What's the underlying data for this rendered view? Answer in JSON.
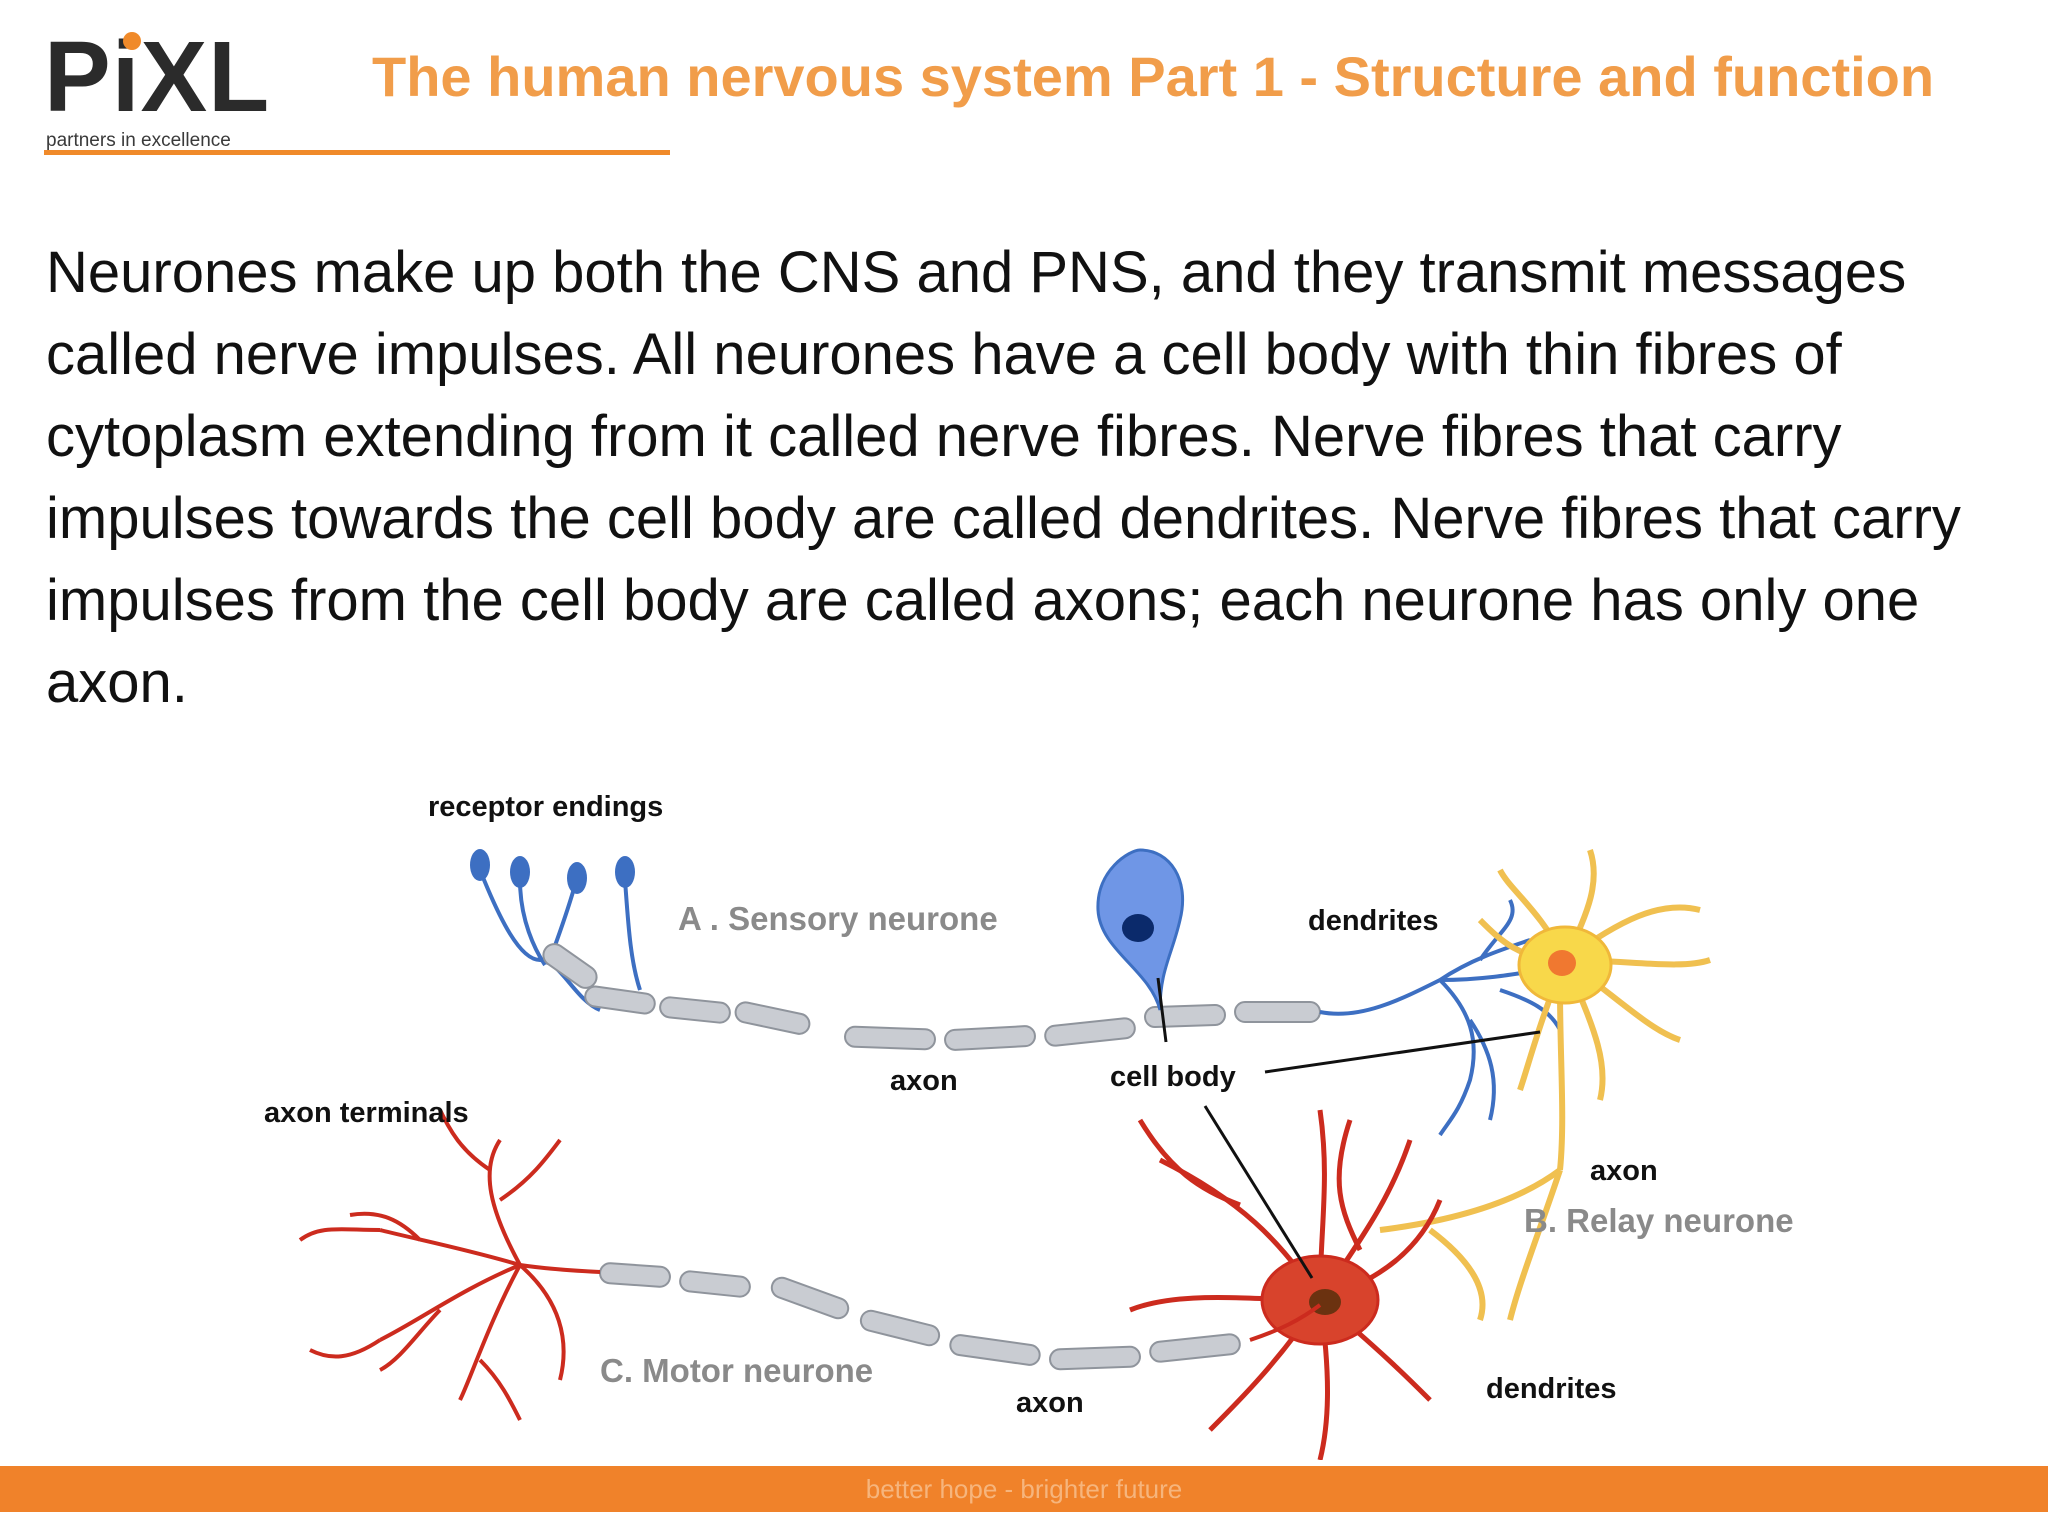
{
  "logo": {
    "word": "PiXL",
    "tagline": "partners in excellence"
  },
  "title": "The human nervous system Part 1 - Structure and function",
  "paragraph": "Neurones make up both the CNS and PNS, and they transmit messages called nerve impulses. All neurones have a cell body with thin fibres of cytoplasm extending from it called nerve fibres. Nerve fibres that carry impulses towards the cell body are called dendrites. Nerve fibres that carry impulses from the cell body are called axons; each neurone has only one axon.",
  "diagram": {
    "labels": {
      "receptor_endings": "receptor endings",
      "sensory_neurone": "A . Sensory neurone",
      "dendrites_top": "dendrites",
      "axon_sensory": "axon",
      "cell_body": "cell body",
      "axon_terminals": "axon terminals",
      "axon_relay": "axon",
      "relay_neurone": "B. Relay neurone",
      "motor_neurone": "C. Motor neurone",
      "axon_motor": "axon",
      "dendrites_bottom": "dendrites"
    },
    "colors": {
      "sensory": "#3d6fc2",
      "sensory_body": "#6f96e6",
      "relay": "#f0c050",
      "relay_body": "#f8d84a",
      "motor": "#cc2b1e",
      "myelin": "#c9ccd2",
      "muted_label": "#8a8a8a"
    }
  },
  "footer": {
    "slogan": "better hope  -  brighter future"
  }
}
